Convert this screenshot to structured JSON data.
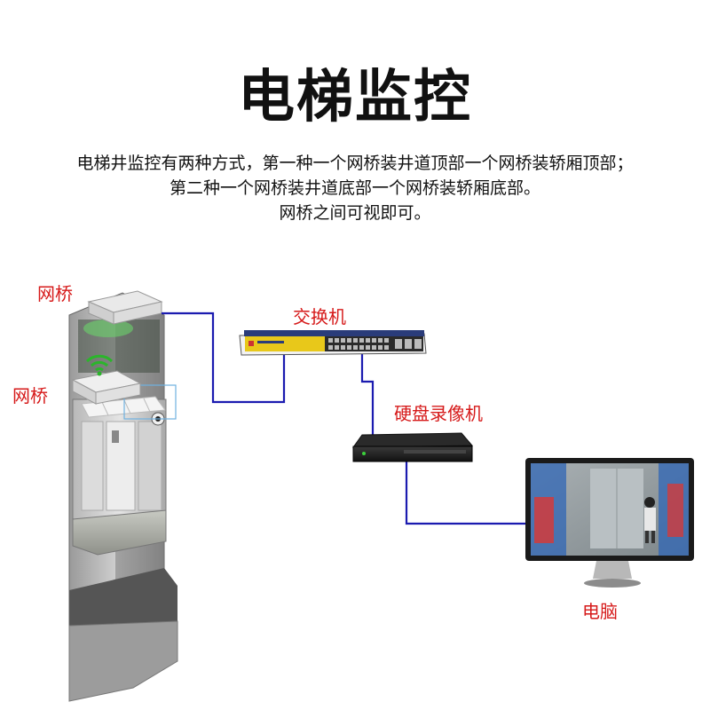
{
  "title": "电梯监控",
  "description": {
    "line1": "电梯井监控有两种方式，第一种一个网桥装井道顶部一个网桥装轿厢顶部；",
    "line2": "第二种一个网桥装井道底部一个网桥装轿厢底部。",
    "line3": "网桥之间可视即可。"
  },
  "labels": {
    "bridge_top": "网桥",
    "bridge_car": "网桥",
    "switch": "交换机",
    "nvr": "硬盘录像机",
    "computer": "电脑"
  },
  "colors": {
    "cable": "#1b1bb0",
    "label": "#d61a1a",
    "switch_accent": "#e8c81a",
    "wifi": "#2bb52b"
  }
}
